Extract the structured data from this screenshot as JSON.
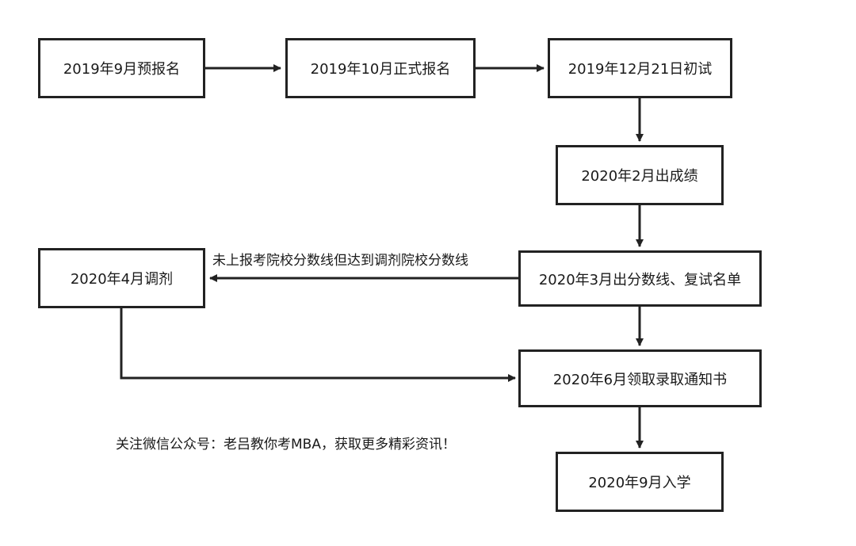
{
  "flowchart": {
    "nodes": [
      {
        "id": "pre-registration",
        "label": "2019年9月预报名"
      },
      {
        "id": "formal-registration",
        "label": "2019年10月正式报名"
      },
      {
        "id": "initial-exam",
        "label": "2019年12月21日初试"
      },
      {
        "id": "scores-released",
        "label": "2020年2月出成绩"
      },
      {
        "id": "cutoff-and-retest-list",
        "label": "2020年3月出分数线、复试名单"
      },
      {
        "id": "adjustment",
        "label": "2020年4月调剂"
      },
      {
        "id": "admission-notice",
        "label": "2020年6月领取录取通知书"
      },
      {
        "id": "enrollment",
        "label": "2020年9月入学"
      }
    ],
    "edges": [
      {
        "from": "pre-registration",
        "to": "formal-registration",
        "label": ""
      },
      {
        "from": "formal-registration",
        "to": "initial-exam",
        "label": ""
      },
      {
        "from": "initial-exam",
        "to": "scores-released",
        "label": ""
      },
      {
        "from": "scores-released",
        "to": "cutoff-and-retest-list",
        "label": ""
      },
      {
        "from": "cutoff-and-retest-list",
        "to": "adjustment",
        "label": "未上报考院校分数线但达到调剂院校分数线"
      },
      {
        "from": "cutoff-and-retest-list",
        "to": "admission-notice",
        "label": ""
      },
      {
        "from": "adjustment",
        "to": "admission-notice",
        "label": ""
      },
      {
        "from": "admission-notice",
        "to": "enrollment",
        "label": ""
      }
    ]
  },
  "footer": {
    "promo_text": "关注微信公众号：老吕教你考MBA，获取更多精彩资讯！"
  },
  "colors": {
    "stroke": "#222222",
    "text": "#1a1a1a",
    "background": "#ffffff"
  }
}
